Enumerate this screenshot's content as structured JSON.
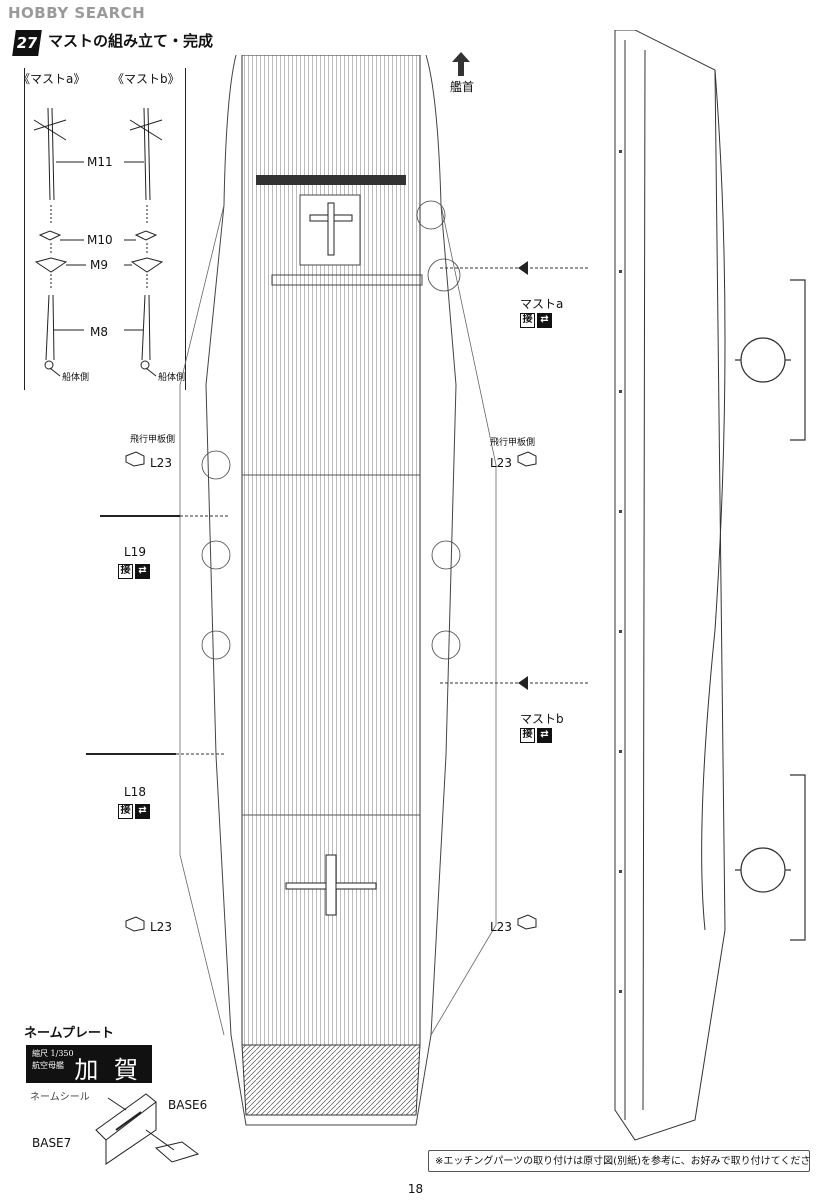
{
  "watermark": "HOBBY SEARCH",
  "step": {
    "number": "27",
    "title": "マストの組み立て・完成"
  },
  "mast_a_title": "《マストa》",
  "mast_b_title": "《マストb》",
  "part_labels": {
    "m11": "M11",
    "m10": "M10",
    "m9": "M9",
    "m8": "M8"
  },
  "hull_side": "船体側",
  "bow_label": "艦首",
  "mast_a_callout": "マストa",
  "mast_b_callout": "マストb",
  "deck_side": "飛行甲板側",
  "l23": "L23",
  "l19": "L19",
  "l18": "L18",
  "nameplate": {
    "heading": "ネームプレート",
    "line1": "縮尺 1/350",
    "line2": "航空母艦",
    "ship_name": "加 賀",
    "sticker": "ネームシール",
    "base6": "BASE6",
    "base7": "BASE7"
  },
  "note": "※エッチングパーツの取り付けは原寸図(別紙)を参考に、お好みで取り付けてください。",
  "page_number": "18",
  "icons": {
    "glue": "接",
    "parts": "⇄"
  }
}
